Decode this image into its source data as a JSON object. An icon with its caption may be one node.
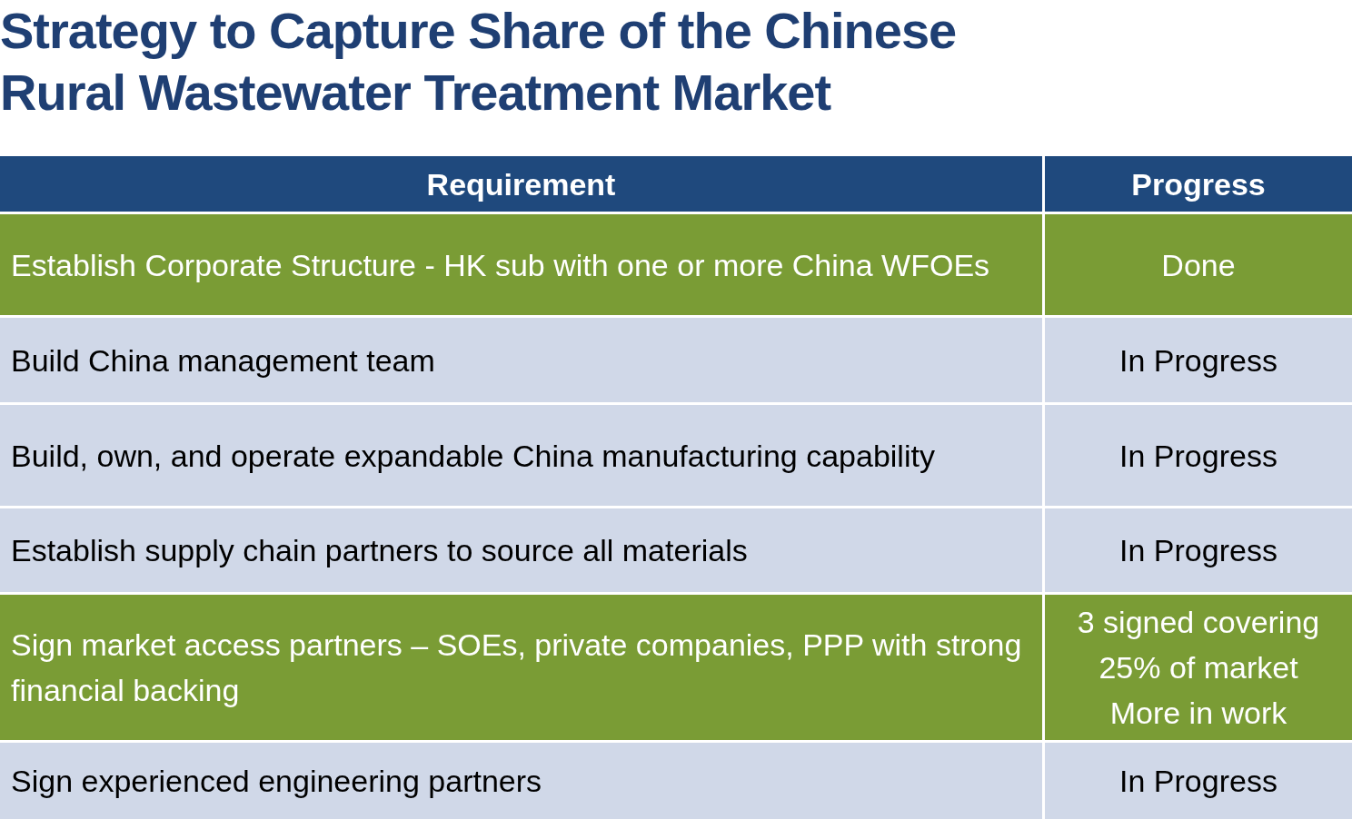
{
  "diagram": {
    "title": "Strategy to Capture Share of the Chinese Rural Wastewater Treatment Market",
    "labels": [
      "Requirement",
      "Progress",
      "Establish Corporate Structure - HK sub with one or more China WFOEs",
      "Done",
      "Build China management team",
      "In Progress",
      "Build, own, and operate expandable China manufacturing capability",
      "In Progress",
      "Establish supply chain partners to source all materials",
      "In Progress",
      "Sign market access partners – SOEs, private companies, PPP with strong financial backing",
      "3 signed covering 25% of market More in work",
      "Sign experienced engineering partners",
      "In Progress"
    ]
  }
}
